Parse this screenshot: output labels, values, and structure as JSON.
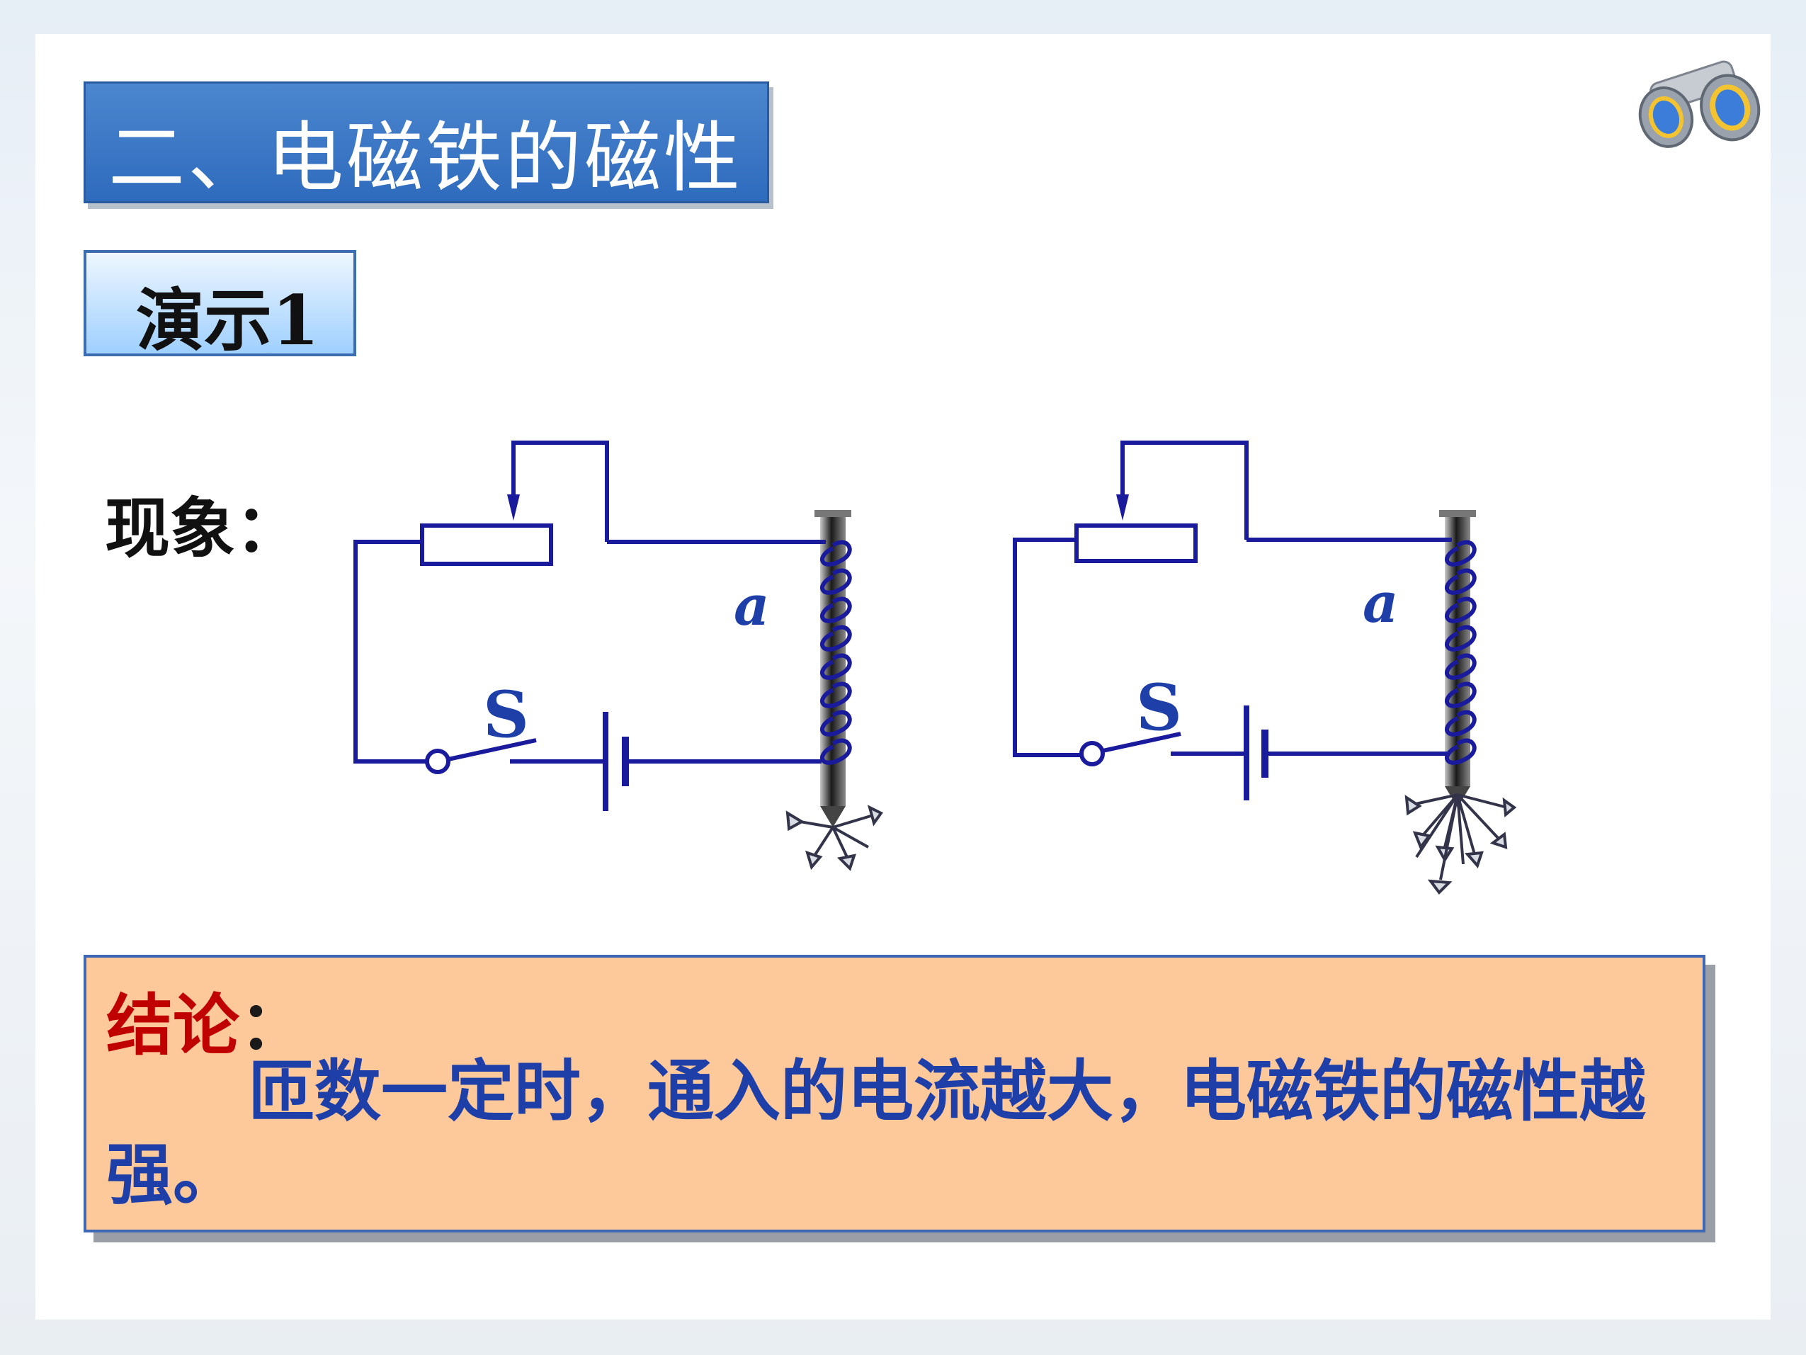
{
  "title": "二、电磁铁的磁性",
  "demo_label": "演示1",
  "phenomenon_label": "现象：",
  "diagram_labels": {
    "left_coil": "a",
    "left_switch": "S",
    "right_coil": "a",
    "right_switch": "S"
  },
  "conclusion": {
    "label": "结论",
    "colon": "：",
    "text": "匝数一定时，通入的电流越大，电磁铁的磁性越强。"
  },
  "colors": {
    "title_bg": "#3a78c8",
    "conclusion_bg": "#fdc99a",
    "wire": "#1a1a9c",
    "conclusion_label": "#c00000",
    "conclusion_text": "#1f3fa8"
  },
  "icons": [
    "binoculars-icon"
  ]
}
